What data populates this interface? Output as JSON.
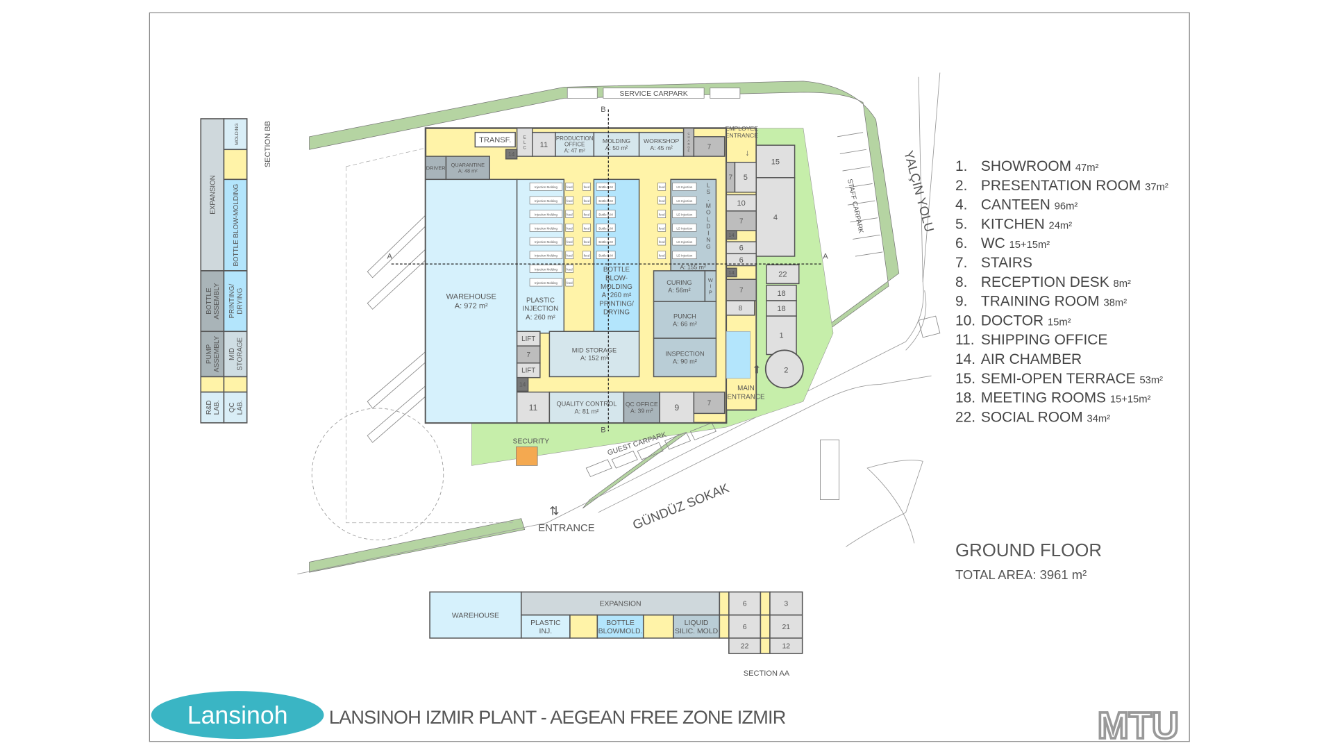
{
  "title": "LANSINOH IZMIR PLANT - AEGEAN FREE ZONE IZMIR",
  "logo": {
    "brand": "Lansinoh",
    "architect": "MTU"
  },
  "floor": {
    "name": "GROUND FLOOR",
    "total_area": "TOTAL AREA: 3961 m²"
  },
  "colors": {
    "brand_teal": "#3ab5c4",
    "green": "#c6eeaa",
    "road_green": "#b5d4a2",
    "yellow": "#fff3a8",
    "light_blue": "#d6f1fc",
    "blue": "#b3e5fc",
    "blue_grey": "#b9cdd6",
    "grey": "#e0e0e0"
  },
  "legend": [
    {
      "num": "1.",
      "label": "SHOWROOM",
      "area": "47m²"
    },
    {
      "num": "2.",
      "label": "PRESENTATION ROOM",
      "area": "37m²"
    },
    {
      "num": "4.",
      "label": "CANTEEN",
      "area": "96m²"
    },
    {
      "num": "5.",
      "label": "KITCHEN",
      "area": "24m²"
    },
    {
      "num": "6.",
      "label": "WC",
      "area": "15+15m²"
    },
    {
      "num": "7.",
      "label": "STAIRS",
      "area": ""
    },
    {
      "num": "8.",
      "label": "RECEPTION DESK",
      "area": "8m²"
    },
    {
      "num": "9.",
      "label": "TRAINING ROOM",
      "area": "38m²"
    },
    {
      "num": "10.",
      "label": "DOCTOR",
      "area": "15m²"
    },
    {
      "num": "11.",
      "label": "SHIPPING OFFICE",
      "area": ""
    },
    {
      "num": "14.",
      "label": "AIR CHAMBER",
      "area": ""
    },
    {
      "num": "15.",
      "label": "SEMI-OPEN TERRACE",
      "area": "53m²"
    },
    {
      "num": "18.",
      "label": "MEETING ROOMS",
      "area": "15+15m²"
    },
    {
      "num": "22.",
      "label": "SOCIAL ROOM",
      "area": "34m²"
    }
  ],
  "site": {
    "service_carpark": "SERVICE CARPARK",
    "staff_carpark": "STAFF CARPARK",
    "guest_carpark": "GUEST CARPARK",
    "road_east": "YALÇIN YOLU",
    "road_south": "GÜNDÜZ SOKAK",
    "entrance": "ENTRANCE",
    "main_entrance": "MAIN ENTRANCE",
    "employee_entrance": "EMPLOYEE ENTRANCE",
    "security": "SECURITY",
    "section_a": "A",
    "section_b": "B"
  },
  "rooms": {
    "warehouse": [
      "WAREHOUSE",
      "A: 972 m²"
    ],
    "transf": [
      "TRANSF."
    ],
    "elc": [
      "E",
      "L",
      "C"
    ],
    "ship_top": [
      "11"
    ],
    "production_office": [
      "PRODUCTION",
      "OFFICE",
      "A: 47 m²"
    ],
    "molding": [
      "MOLDING",
      "A: 50 m²"
    ],
    "workshop": [
      "WORKSHOP",
      "A: 45 m²"
    ],
    "charge": [
      "C",
      "H",
      "A",
      "R",
      "G",
      "E"
    ],
    "stair_top": [
      "7"
    ],
    "driver": [
      "DRIVER"
    ],
    "quarantine": [
      "QUARANTINE",
      "A: 48 m²"
    ],
    "air_top": [
      "14"
    ],
    "plastic_injection": [
      "PLASTIC",
      "INJECTION",
      "A: 260 m²"
    ],
    "bottle_blow": [
      "BOTTLE",
      "BLOW-",
      "MOLDING",
      "A: 260 m²",
      "PRINTING/",
      "DRYING"
    ],
    "ls_molding": [
      "L",
      "S",
      ".",
      "M",
      "O",
      "L",
      "D",
      "I",
      "N",
      "G",
      "A: 155 m²"
    ],
    "curing": [
      "CURING",
      "A: 56m²"
    ],
    "wip": [
      "W",
      "I",
      "P"
    ],
    "punch": [
      "PUNCH",
      "A: 66 m²"
    ],
    "inspection": [
      "INSPECTION",
      "A: 90 m²"
    ],
    "mid_storage": [
      "MID STORAGE",
      "A: 152 m²"
    ],
    "lift1": [
      "LIFT"
    ],
    "stair_mid": [
      "7"
    ],
    "lift2": [
      "LIFT"
    ],
    "air_mid": [
      "14"
    ],
    "ship_bottom": [
      "11"
    ],
    "quality_control": [
      "QUALITY CONTROL",
      "A: 81 m²"
    ],
    "qc_office": [
      "QC OFFICE",
      "A: 39 m²"
    ],
    "training": [
      "9"
    ],
    "stair_bottom": [
      "7"
    ],
    "stair_r1": [
      "7"
    ],
    "kitchen": [
      "5"
    ],
    "doctor": [
      "10"
    ],
    "stair_r2": [
      "7"
    ],
    "air_r1": [
      "14"
    ],
    "wc1": [
      "6"
    ],
    "wc2": [
      "6"
    ],
    "air_r2": [
      "14"
    ],
    "stair_r3": [
      "7"
    ],
    "reception": [
      "8"
    ],
    "terrace": [
      "15"
    ],
    "canteen": [
      "4"
    ],
    "social": [
      "22"
    ],
    "meeting1": [
      "18"
    ],
    "meeting2": [
      "18"
    ],
    "showroom": [
      "1"
    ],
    "presentation": [
      "2"
    ]
  },
  "machines": {
    "injection": "Injection Molding",
    "feed": "feed",
    "bottle": "Bottle B.M",
    "ls": "LS Injection"
  },
  "section_bb": {
    "title": "SECTION BB",
    "cells": {
      "expansion": "EXPANSION",
      "bottle_assembly": "BOTTLE ASSEMBLY",
      "pump_assembly": "PUMP ASSEMBLY",
      "rd_lab": "R&D LAB.",
      "molding": "MOLDING",
      "bottle_blow": "BOTTLE BLOW-MOLDING",
      "printing": "PRINTING/ DRYING",
      "mid_storage": "MID STORAGE",
      "qc_lab": "QC LAB."
    }
  },
  "section_aa": {
    "title": "SECTION AA",
    "cells": {
      "warehouse": "WAREHOUSE",
      "expansion": "EXPANSION",
      "plastic": "PLASTIC INJ.",
      "bottle": "BOTTLE BLOWMOLD.",
      "liquid": "LIQUID SILIC. MOLD",
      "n6a": "6",
      "n3": "3",
      "n6b": "6",
      "n21": "21",
      "n22": "22",
      "n12": "12"
    }
  }
}
